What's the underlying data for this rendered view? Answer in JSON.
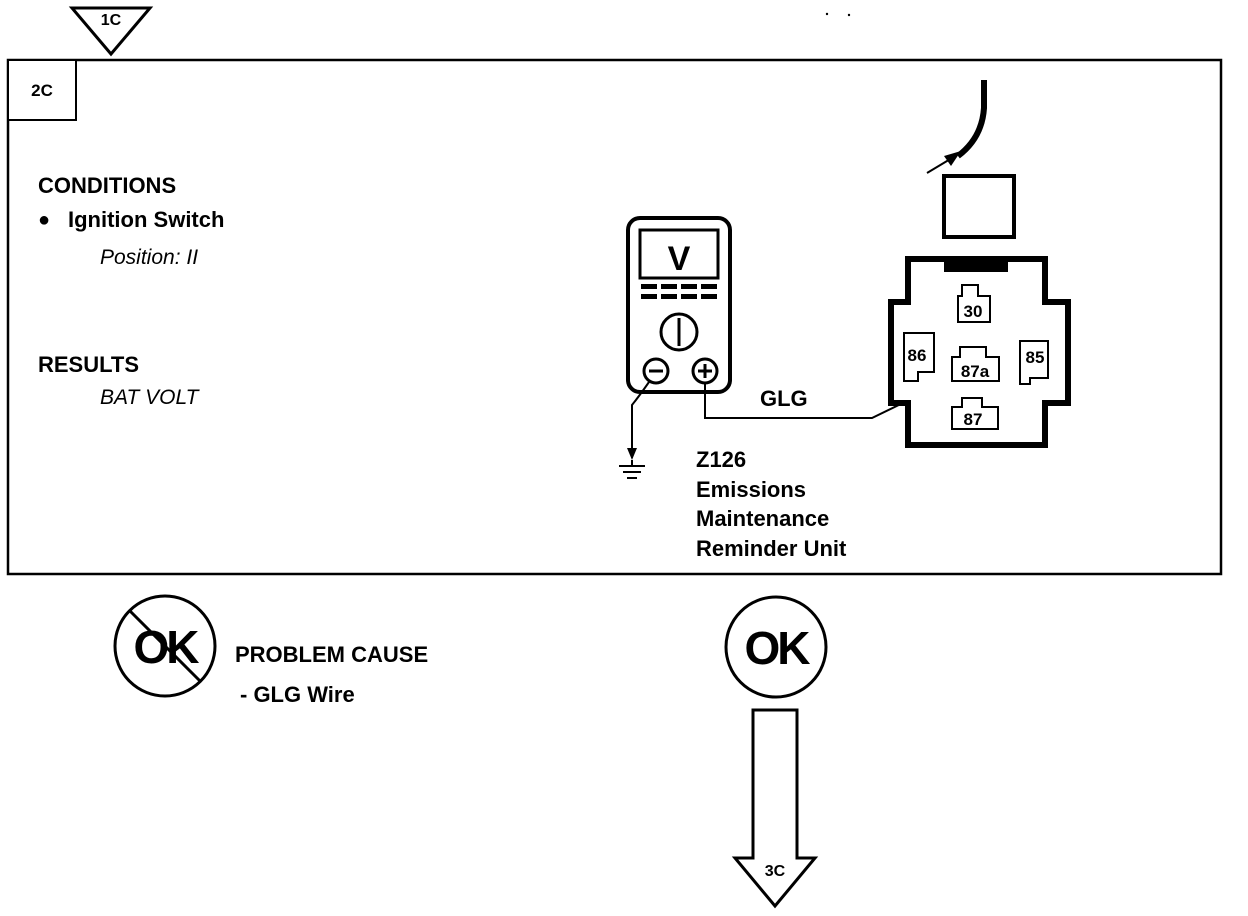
{
  "entry_step": "1C",
  "step": "2C",
  "conditions": {
    "heading": "CONDITIONS",
    "bullet": "●",
    "item": "Ignition Switch",
    "detail": "Position: II"
  },
  "results": {
    "heading": "RESULTS",
    "value": "BAT VOLT"
  },
  "meter": {
    "display": "V",
    "neg_symbol": "⊖",
    "pos_symbol": "⊕"
  },
  "wire_label": "GLG",
  "component": {
    "code": "Z126",
    "name_line1": "Emissions",
    "name_line2": "Maintenance",
    "name_line3": "Reminder Unit"
  },
  "terminals": {
    "t30": "30",
    "t86": "86",
    "t85": "85",
    "t87a": "87a",
    "t87": "87"
  },
  "not_ok": {
    "symbol": "OK",
    "label": "PROBLEM CAUSE",
    "cause": "- GLG Wire"
  },
  "ok": {
    "symbol": "OK"
  },
  "next_step": "3C"
}
